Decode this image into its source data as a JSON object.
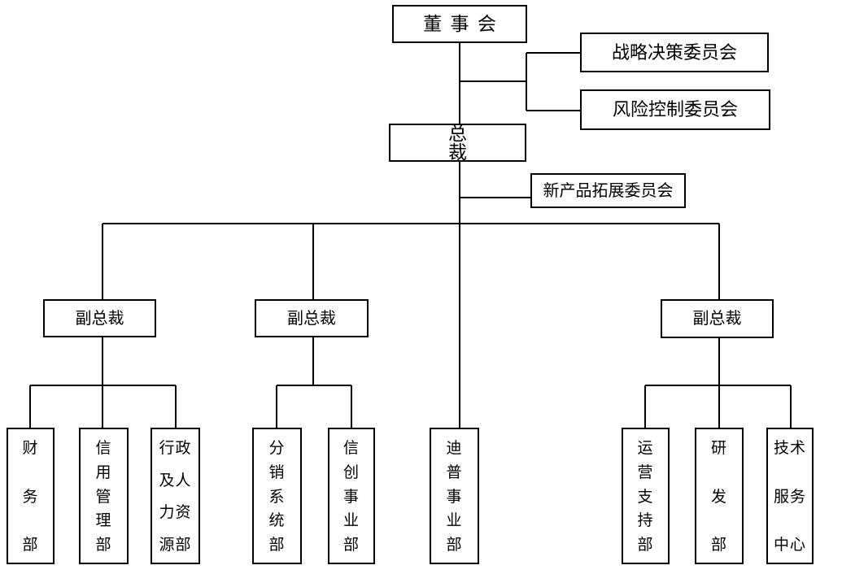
{
  "figure": {
    "type": "org-chart",
    "background_color": "#ffffff",
    "line_color": "#000000",
    "box_border_color": "#000000"
  },
  "nodes": {
    "board": {
      "label": "董事会"
    },
    "strategy_committee": {
      "label": "战略决策委员会"
    },
    "risk_committee": {
      "label": "风险控制委员会"
    },
    "president": {
      "label": "总裁"
    },
    "new_product_committee": {
      "label": "新产品拓展委员会"
    },
    "vp_left": {
      "label": "副总裁"
    },
    "vp_middle": {
      "label": "副总裁"
    },
    "vp_right": {
      "label": "副总裁"
    }
  },
  "departments": [
    {
      "id": "finance",
      "label": "财务部",
      "lines": [
        "财",
        "务",
        "部"
      ],
      "parent": "vp_left"
    },
    {
      "id": "credit-management",
      "label": "信用管理部",
      "lines": [
        "信",
        "用",
        "管",
        "理",
        "部"
      ],
      "parent": "vp_left"
    },
    {
      "id": "admin-hr",
      "label": "行政及人力资源部",
      "lines": [
        "行政",
        "及人",
        "力资",
        "源部"
      ],
      "parent": "vp_left"
    },
    {
      "id": "distribution-systems",
      "label": "分销系统部",
      "lines": [
        "分",
        "销",
        "系",
        "统",
        "部"
      ],
      "parent": "vp_middle"
    },
    {
      "id": "xinchuang-business",
      "label": "信创事业部",
      "lines": [
        "信",
        "创",
        "事",
        "业",
        "部"
      ],
      "parent": "vp_middle"
    },
    {
      "id": "dipu-business",
      "label": "迪普事业部",
      "lines": [
        "迪",
        "普",
        "事",
        "业",
        "部"
      ],
      "parent": "president"
    },
    {
      "id": "operations-support",
      "label": "运营支持部",
      "lines": [
        "运",
        "营",
        "支",
        "持",
        "部"
      ],
      "parent": "vp_right"
    },
    {
      "id": "rnd",
      "label": "研发部",
      "lines": [
        "研",
        "发",
        "部"
      ],
      "parent": "vp_right"
    },
    {
      "id": "tech-service-center",
      "label": "技术服务中心",
      "lines": [
        "技术",
        "服务",
        "中心"
      ],
      "parent": "vp_right"
    }
  ]
}
